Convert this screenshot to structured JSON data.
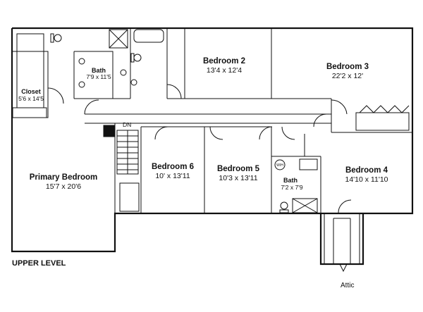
{
  "level_label": "UPPER LEVEL",
  "attic_label": "Attic",
  "stair_label": "DN",
  "rooms": {
    "primary_bedroom": {
      "name": "Primary Bedroom",
      "dims": "15'7 x 20'6"
    },
    "closet": {
      "name": "Closet",
      "dims": "5'6 x 14'5"
    },
    "bath_primary": {
      "name": "Bath",
      "dims": "7'9 x 11'5"
    },
    "bedroom2": {
      "name": "Bedroom 2",
      "dims": "13'4 x 12'4"
    },
    "bedroom3": {
      "name": "Bedroom 3",
      "dims": "22'2 x 12'"
    },
    "bedroom4": {
      "name": "Bedroom 4",
      "dims": "14'10 x 11'10"
    },
    "bedroom5": {
      "name": "Bedroom 5",
      "dims": "10'3 x 13'11"
    },
    "bedroom6": {
      "name": "Bedroom 6",
      "dims": "10' x 13'11"
    },
    "bath_hall": {
      "name": "Bath",
      "dims": "7'2 x 7'9"
    }
  },
  "appliance_label": "W/H"
}
